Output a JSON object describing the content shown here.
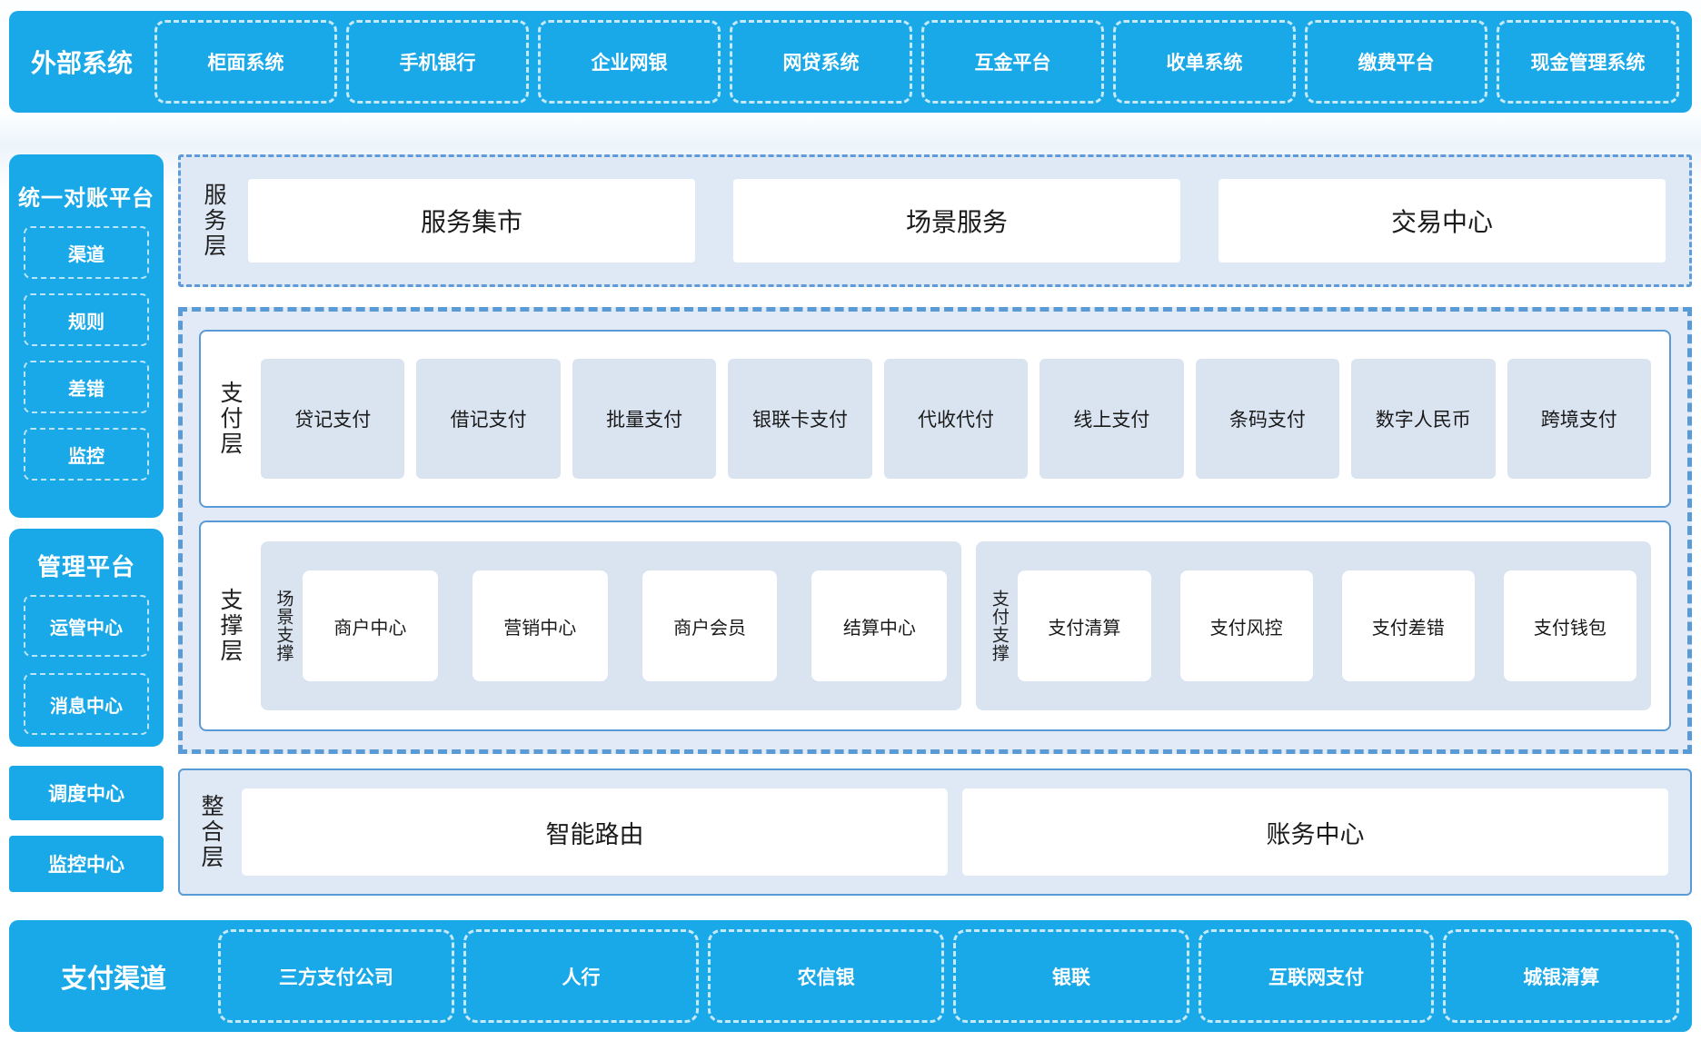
{
  "colors": {
    "accent_blue": "#1aa9e8",
    "panel_blue": "#dae4f1",
    "section_blue": "#dfe8f5",
    "border_blue": "#5b9bd5",
    "text_dark": "#1a1a1a",
    "text_white": "#ffffff"
  },
  "external_systems": {
    "title": "外部系统",
    "items": [
      "柜面系统",
      "手机银行",
      "企业网银",
      "网贷系统",
      "互金平台",
      "收单系统",
      "缴费平台",
      "现金管理系统"
    ]
  },
  "sidebar": {
    "reconciliation": {
      "title": "统一对账平台",
      "items": [
        "渠道",
        "规则",
        "差错",
        "监控"
      ]
    },
    "management": {
      "title": "管理平台",
      "items": [
        "运管中心",
        "消息中心"
      ]
    },
    "dispatch_center": "调度中心",
    "monitor_center": "监控中心"
  },
  "service_layer": {
    "label": "服务层",
    "items": [
      "服务集市",
      "场景服务",
      "交易中心"
    ]
  },
  "payment_layer": {
    "label": "支付层",
    "items": [
      "贷记支付",
      "借记支付",
      "批量支付",
      "银联卡支付",
      "代收代付",
      "线上支付",
      "条码支付",
      "数字人民币",
      "跨境支付"
    ]
  },
  "support_layer": {
    "label": "支撑层",
    "groups": [
      {
        "label": "场景支撑",
        "items": [
          "商户中心",
          "营销中心",
          "商户会员",
          "结算中心"
        ]
      },
      {
        "label": "支付支撑",
        "items": [
          "支付清算",
          "支付风控",
          "支付差错",
          "支付钱包"
        ]
      }
    ]
  },
  "integration_layer": {
    "label": "整合层",
    "items": [
      "智能路由",
      "账务中心"
    ]
  },
  "payment_channels": {
    "title": "支付渠道",
    "items": [
      "三方支付公司",
      "人行",
      "农信银",
      "银联",
      "互联网支付",
      "城银清算"
    ]
  }
}
